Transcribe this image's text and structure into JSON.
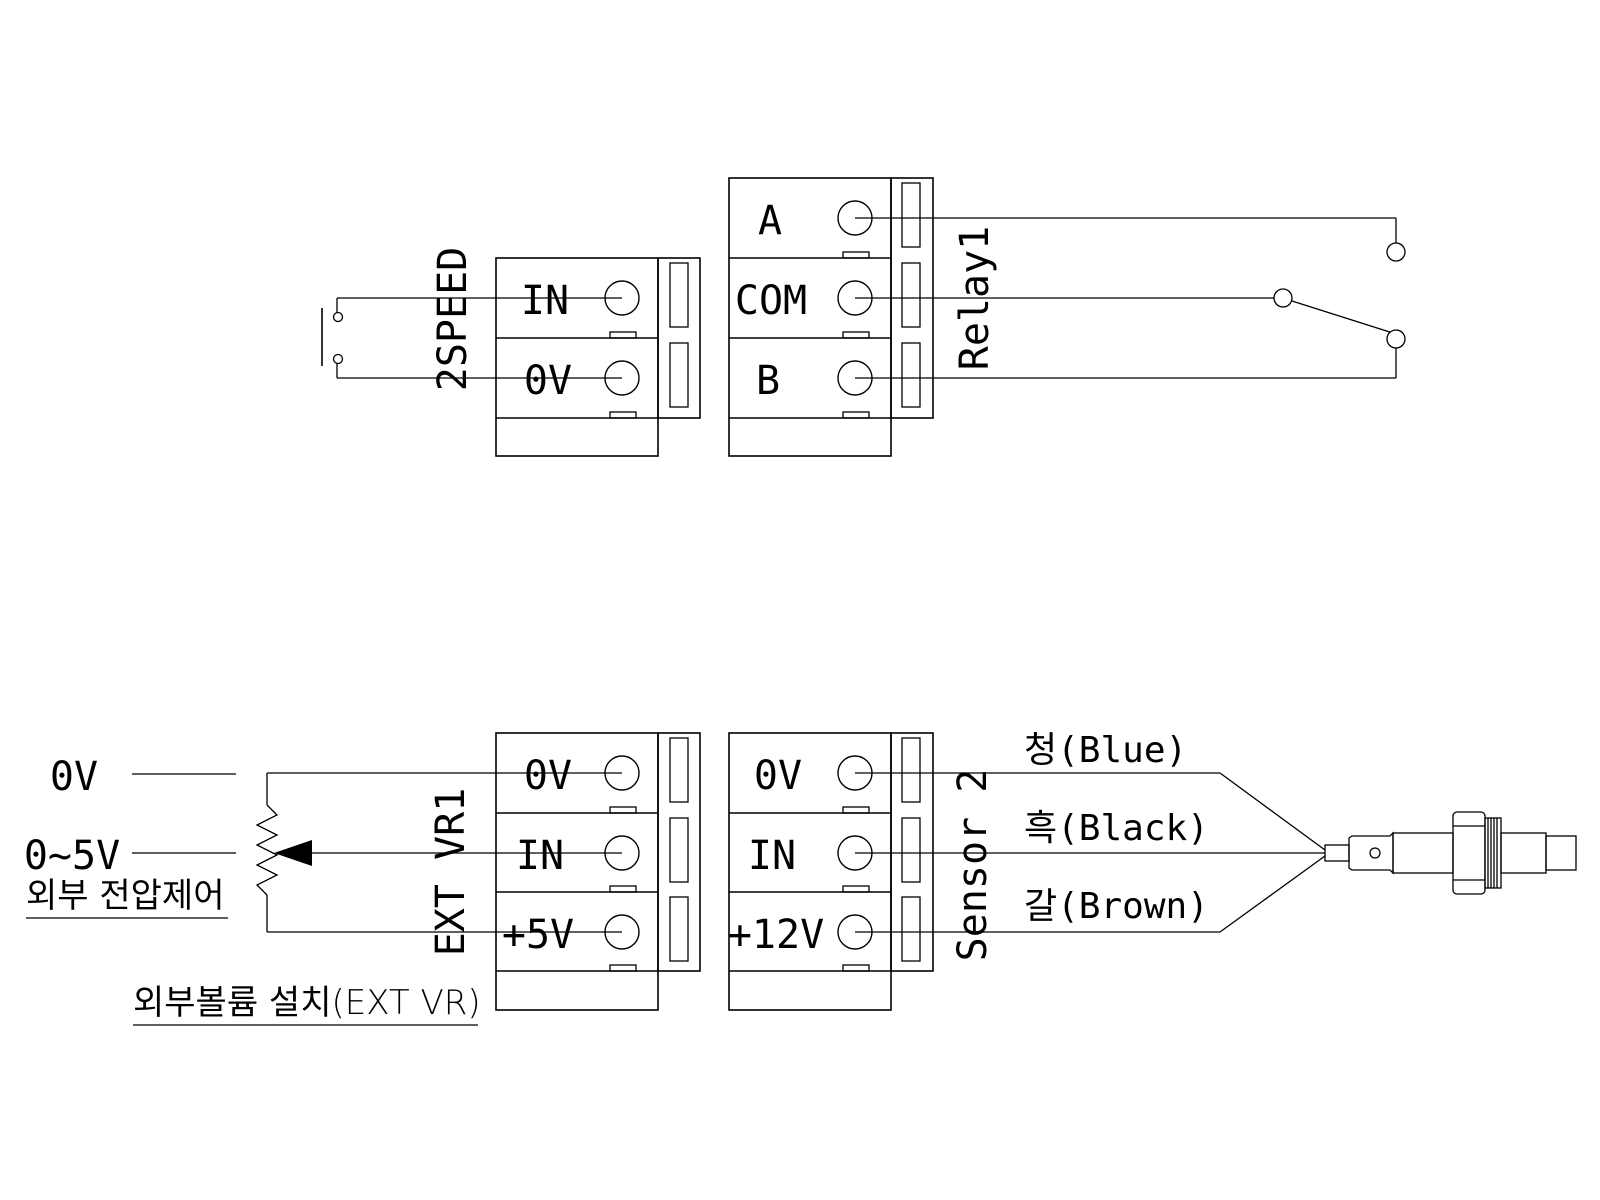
{
  "top": {
    "speed_block": {
      "label": "2SPEED",
      "terminals": [
        "IN",
        "0V"
      ]
    },
    "relay_block": {
      "label": "Relay1",
      "terminals": [
        "A",
        "COM",
        "B"
      ]
    }
  },
  "bottom": {
    "ext_vr_block": {
      "label": "EXT VR1",
      "terminals": [
        "0V",
        "IN",
        "+5V"
      ]
    },
    "sensor_block": {
      "label": "Sensor 2",
      "terminals": [
        "0V",
        "IN",
        "+12V"
      ]
    },
    "voltage_labels": [
      "0V",
      "0~5V"
    ],
    "voltage_control_caption": "외부 전압제어",
    "ext_volume_caption": "외부볼륨 설치(EXT VR)",
    "wire_labels": [
      "청(Blue)",
      "흑(Black)",
      "갈(Brown)"
    ]
  }
}
